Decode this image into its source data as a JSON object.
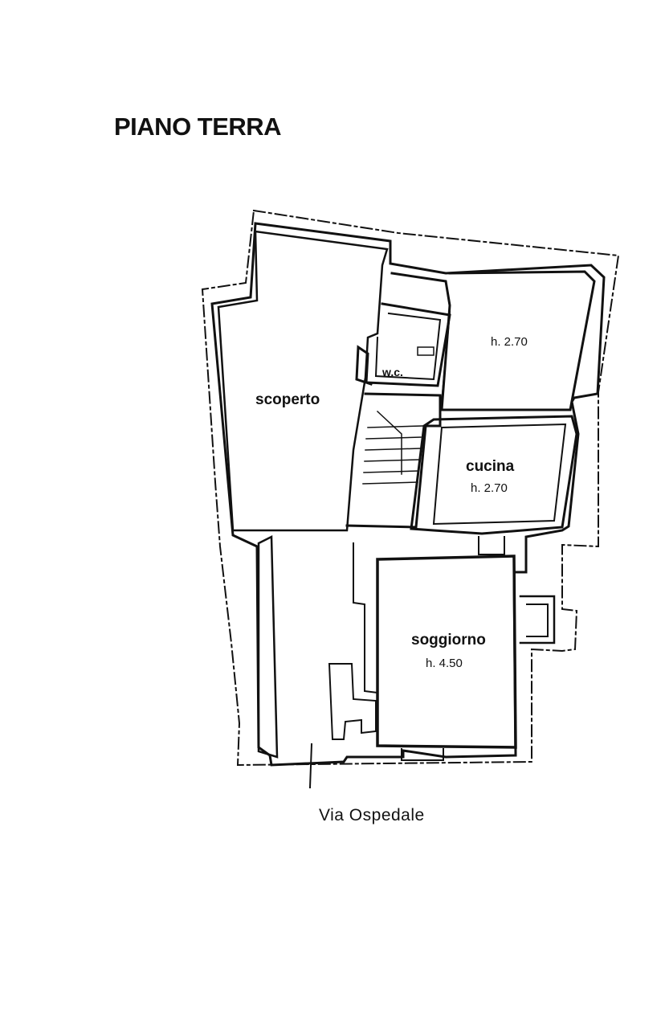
{
  "title": "PIANO TERRA",
  "street": "Via Ospedale",
  "rooms": {
    "scoperto": {
      "name": "scoperto"
    },
    "room_top_right": {
      "height": "h. 2.70"
    },
    "wc": {
      "name": "w.c."
    },
    "cucina": {
      "name": "cucina",
      "height": "h. 2.70"
    },
    "soggiorno": {
      "name": "soggiorno",
      "height": "h. 4.50"
    }
  },
  "colors": {
    "line": "#111111",
    "background": "#ffffff"
  }
}
